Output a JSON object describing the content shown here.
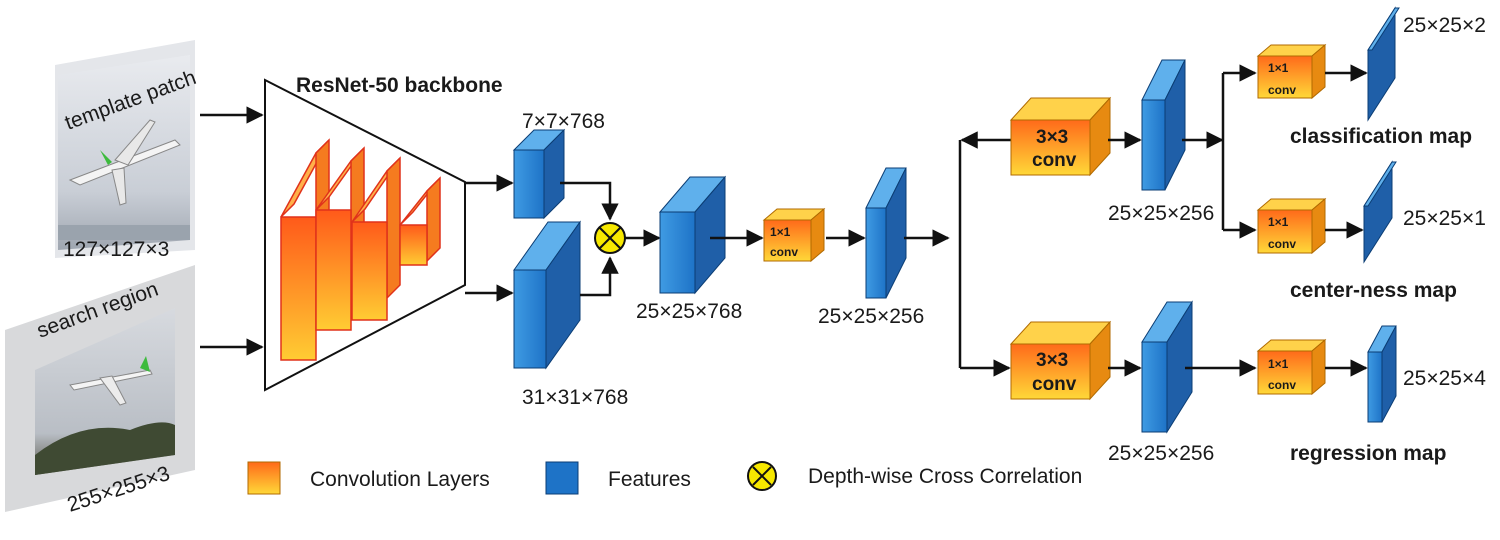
{
  "inputs": {
    "template_label": "template patch",
    "template_size": "127×127×3",
    "search_label": "search region",
    "search_size": "255×255×3"
  },
  "backbone": {
    "title": "ResNet-50 backbone"
  },
  "features": {
    "template_feat": "7×7×768",
    "search_feat": "31×31×768",
    "xcorr_out": "25×25×768",
    "reduced": "25×25×256",
    "cls_branch": "25×25×256",
    "reg_branch": "25×25×256"
  },
  "convs": {
    "reduce": [
      "1×1",
      "conv"
    ],
    "cls_tower": [
      "3×3",
      "conv"
    ],
    "reg_tower": [
      "3×3",
      "conv"
    ],
    "cls_head": [
      "1×1",
      "conv"
    ],
    "cen_head": [
      "1×1",
      "conv"
    ],
    "reg_head": [
      "1×1",
      "conv"
    ]
  },
  "outputs": {
    "cls_size": "25×25×2",
    "cls_name": "classification map",
    "cen_size": "25×25×1",
    "cen_name": "center-ness map",
    "reg_size": "25×25×4",
    "reg_name": "regression map"
  },
  "legend": {
    "conv_label": "Convolution Layers",
    "feat_label": "Features",
    "xcorr_label": "Depth-wise Cross Correlation"
  },
  "colors": {
    "feature_blue": "#2f86d6",
    "conv_orange": "#f39a1e",
    "xcorr_yellow": "#f7e800"
  }
}
